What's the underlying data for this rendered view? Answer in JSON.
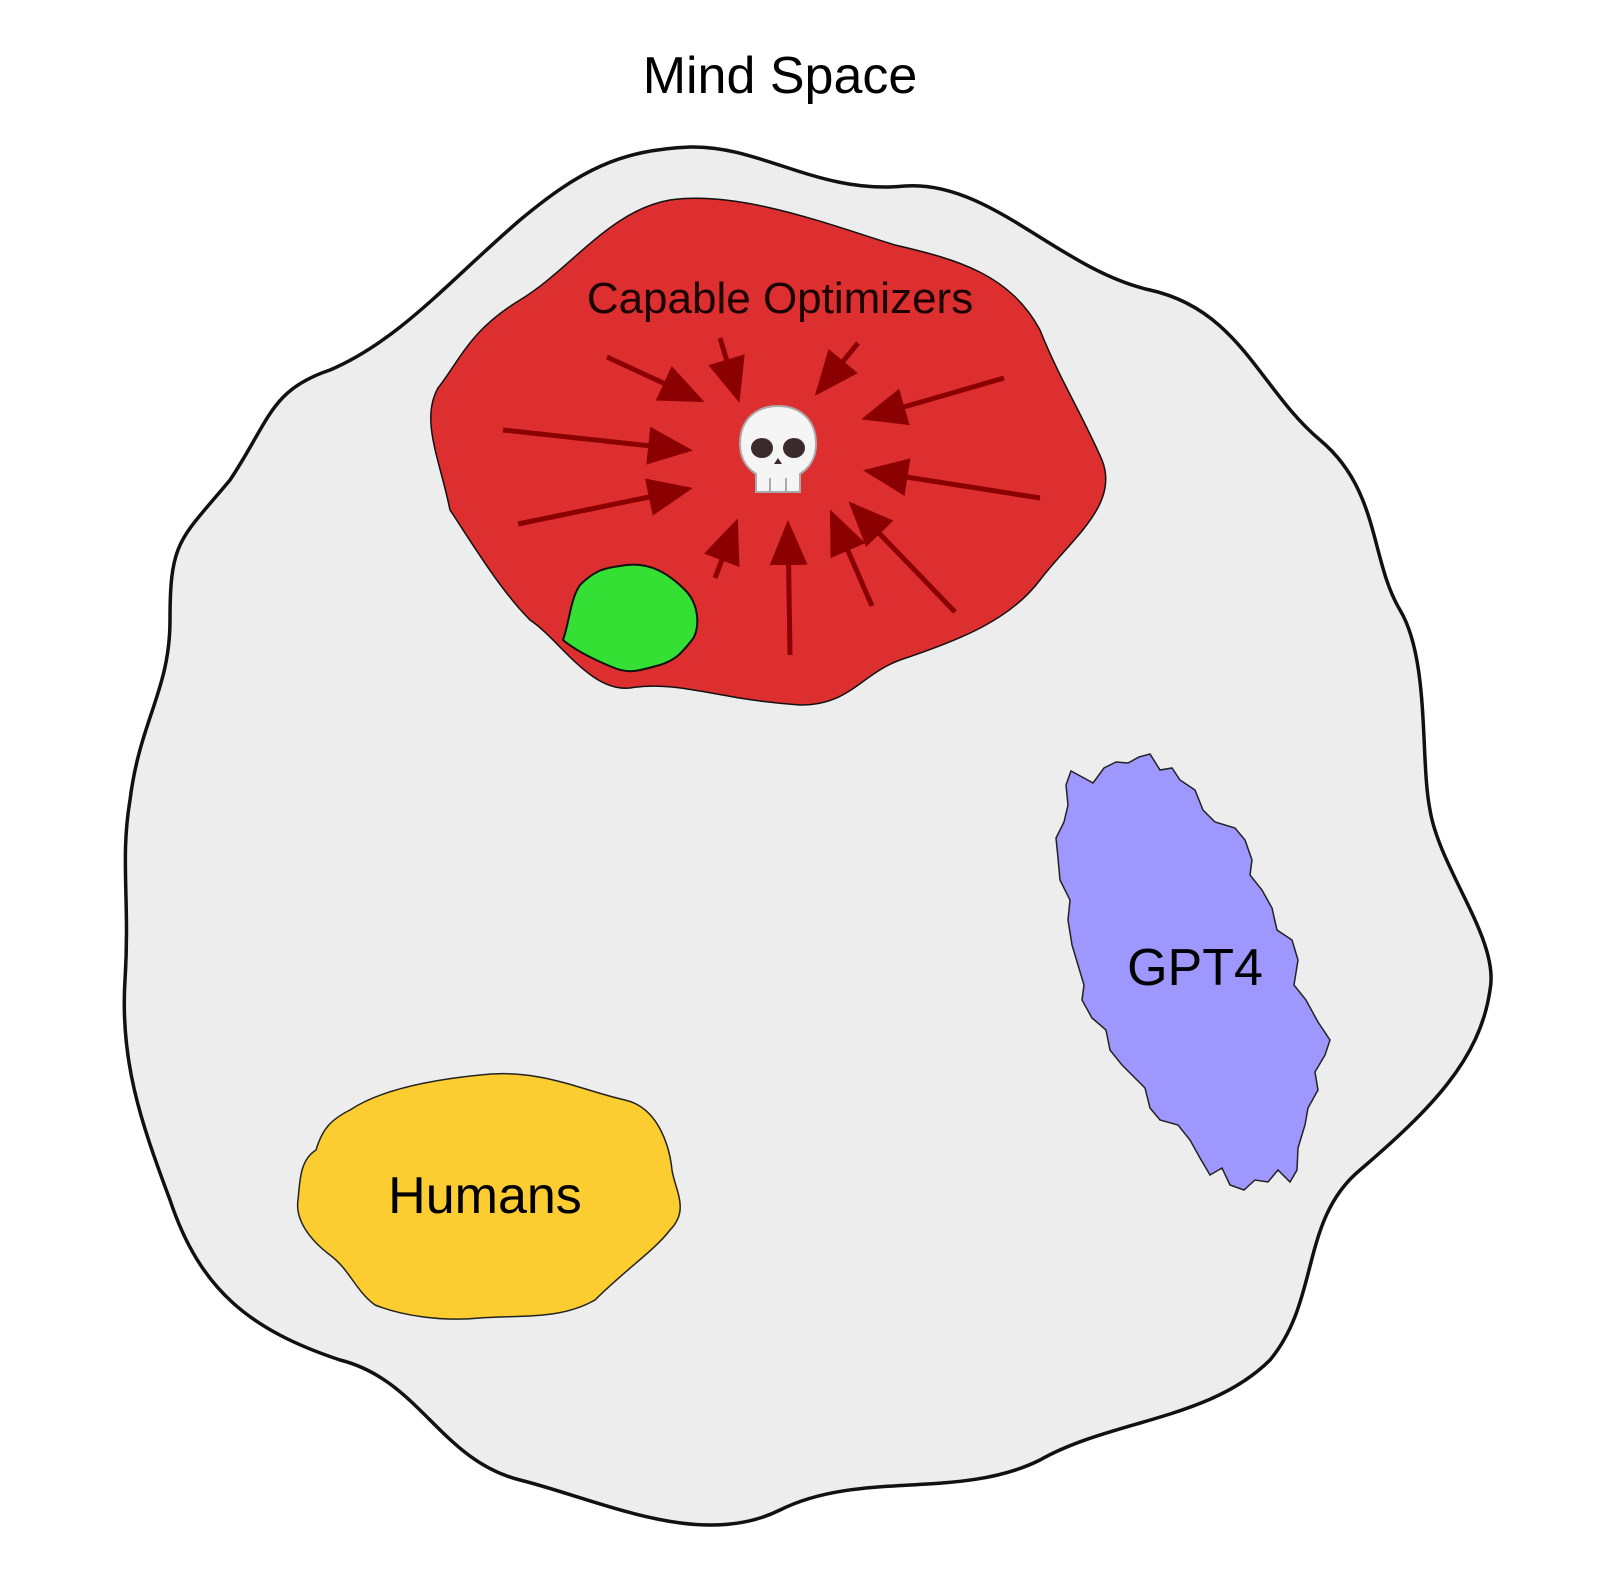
{
  "title": "Mind Space",
  "regions": {
    "capable_optimizers": {
      "label": "Capable Optimizers",
      "color": "#dd2f2f",
      "arrow_color": "#8b0000"
    },
    "aligned_region": {
      "color": "#33e033"
    },
    "gpt4": {
      "label": "GPT4",
      "color": "#9e97fd"
    },
    "humans": {
      "label": "Humans",
      "color": "#fccd30"
    }
  },
  "mind_space_color": "#ededed",
  "center_icon": "skull-icon",
  "center_symbol": "💀"
}
